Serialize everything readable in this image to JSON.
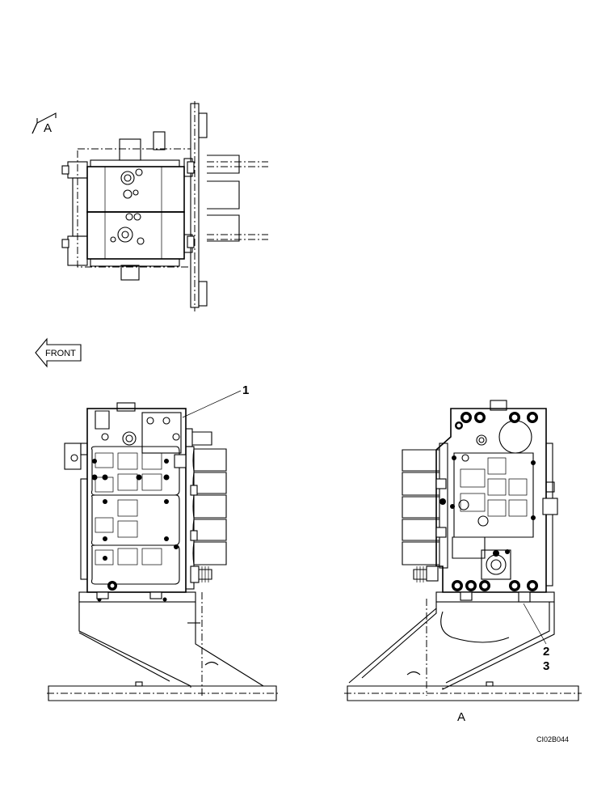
{
  "view_marker": {
    "label": "A"
  },
  "direction_arrow": {
    "label": "FRONT"
  },
  "callouts": {
    "item1": "1",
    "item2": "2",
    "item3": "3"
  },
  "bottom_view_label": "A",
  "drawing_code": "CI02B044"
}
